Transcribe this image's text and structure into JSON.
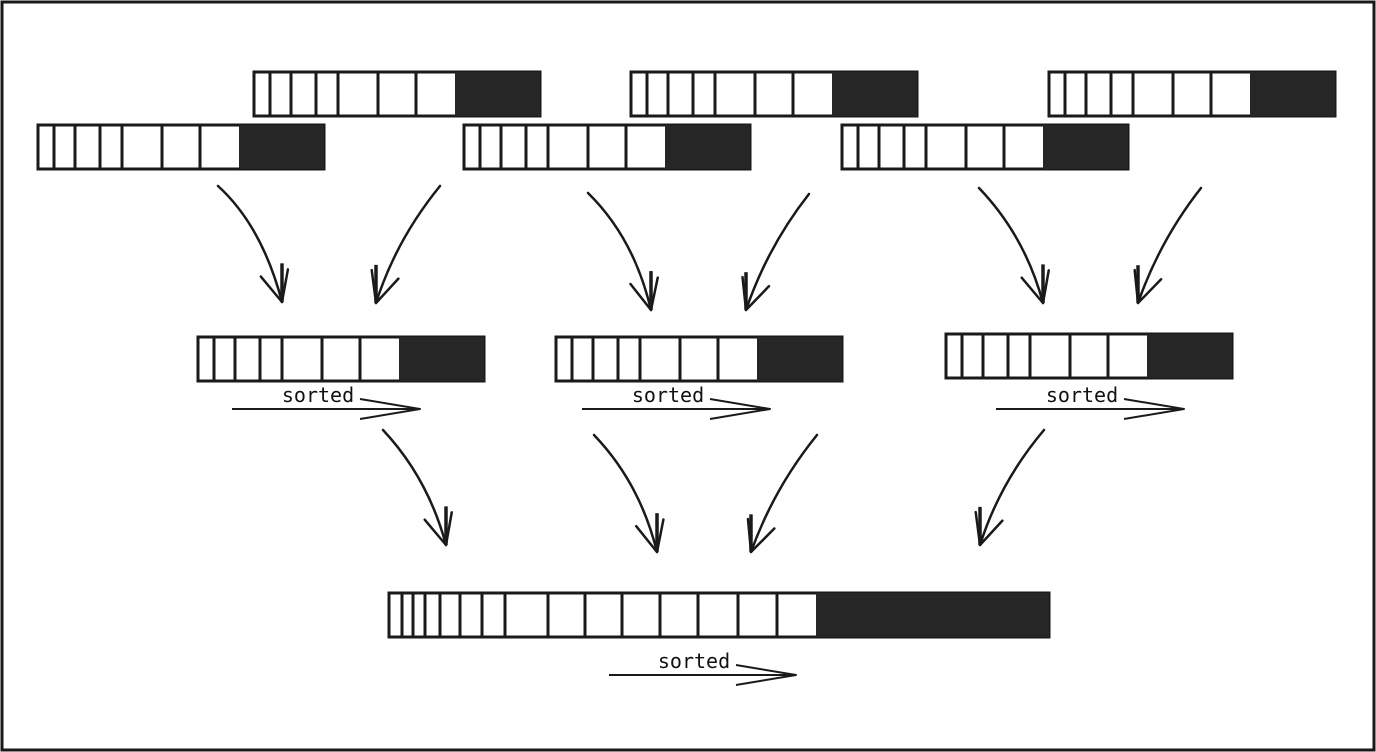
{
  "diagram": {
    "kind": "merge-sort-tree",
    "colors": {
      "ink": "#1a1a1a",
      "filled_segment": "#262626",
      "cell_fill": "#ffffff",
      "background": "#ffffff"
    },
    "sorted_label": "sorted",
    "levels": [
      {
        "name": "input-arrays",
        "count": 6
      },
      {
        "name": "first-merge",
        "count": 3
      },
      {
        "name": "final-merge",
        "count": 1
      }
    ]
  }
}
